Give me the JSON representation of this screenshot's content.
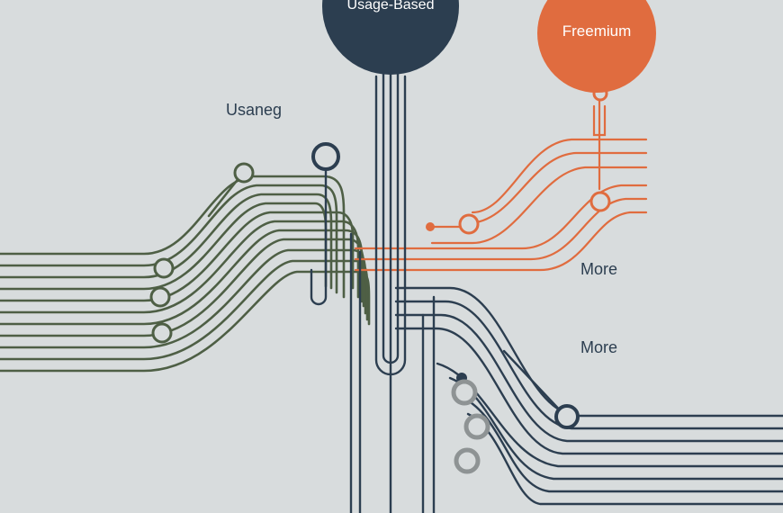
{
  "nodes": {
    "usage_based": {
      "label": "Usage-Based"
    },
    "freemium": {
      "label": "Freemium"
    }
  },
  "labels": {
    "usaneg": "Usaneg",
    "more_top": "More",
    "more_bottom": "More"
  },
  "colors": {
    "background": "#d8dcdd",
    "navy": "#2c3e50",
    "orange": "#e06c3f",
    "green": "#4e5f45",
    "gray": "#8e9394"
  }
}
